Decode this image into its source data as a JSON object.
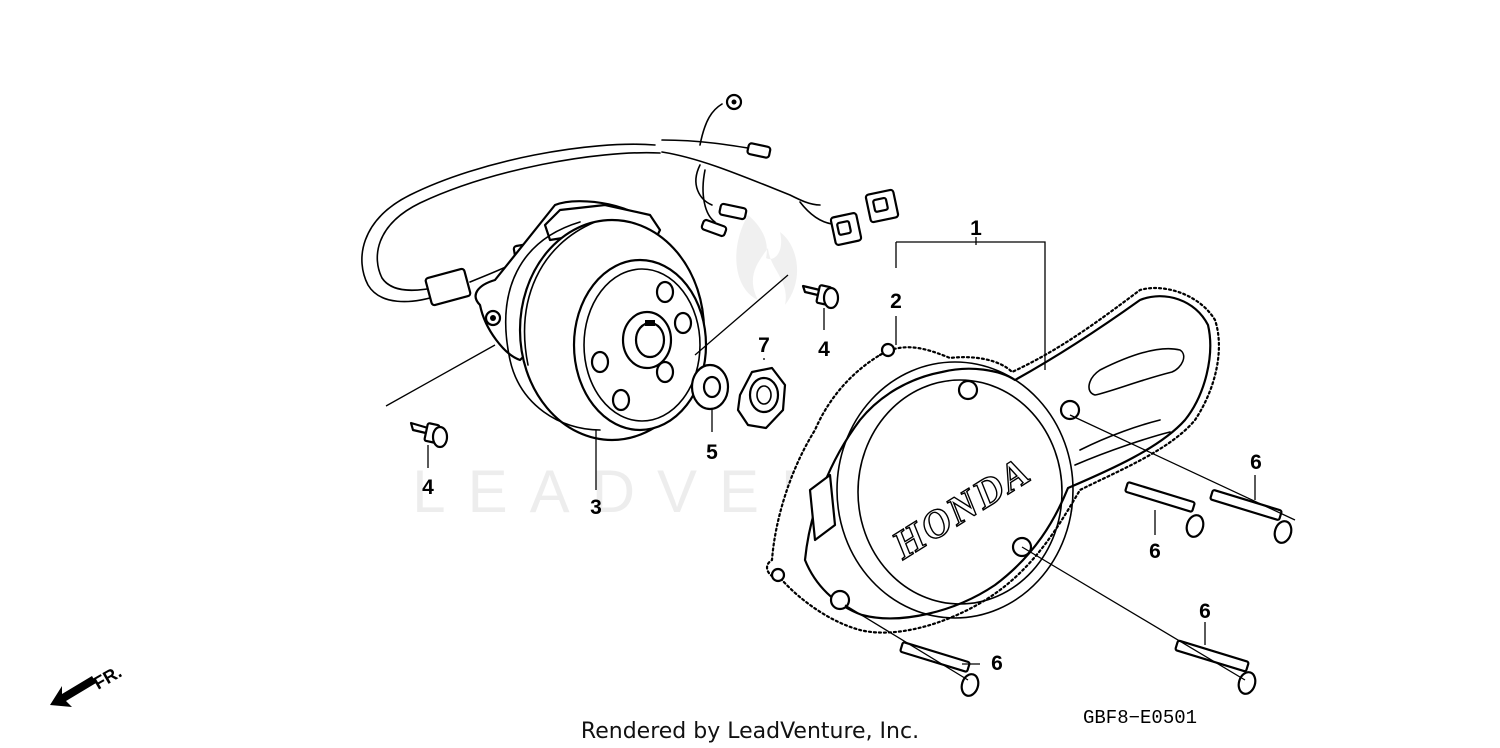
{
  "callouts": [
    "1",
    "2",
    "3",
    "4",
    "4",
    "5",
    "6",
    "6",
    "6",
    "6",
    "7"
  ],
  "cover_brand": "HONDA",
  "direction_marker": "FR.",
  "watermark": "LEADVENTURE",
  "diagram_code": "GBF8−E0501",
  "footer_credit": "Rendered by LeadVenture, Inc."
}
